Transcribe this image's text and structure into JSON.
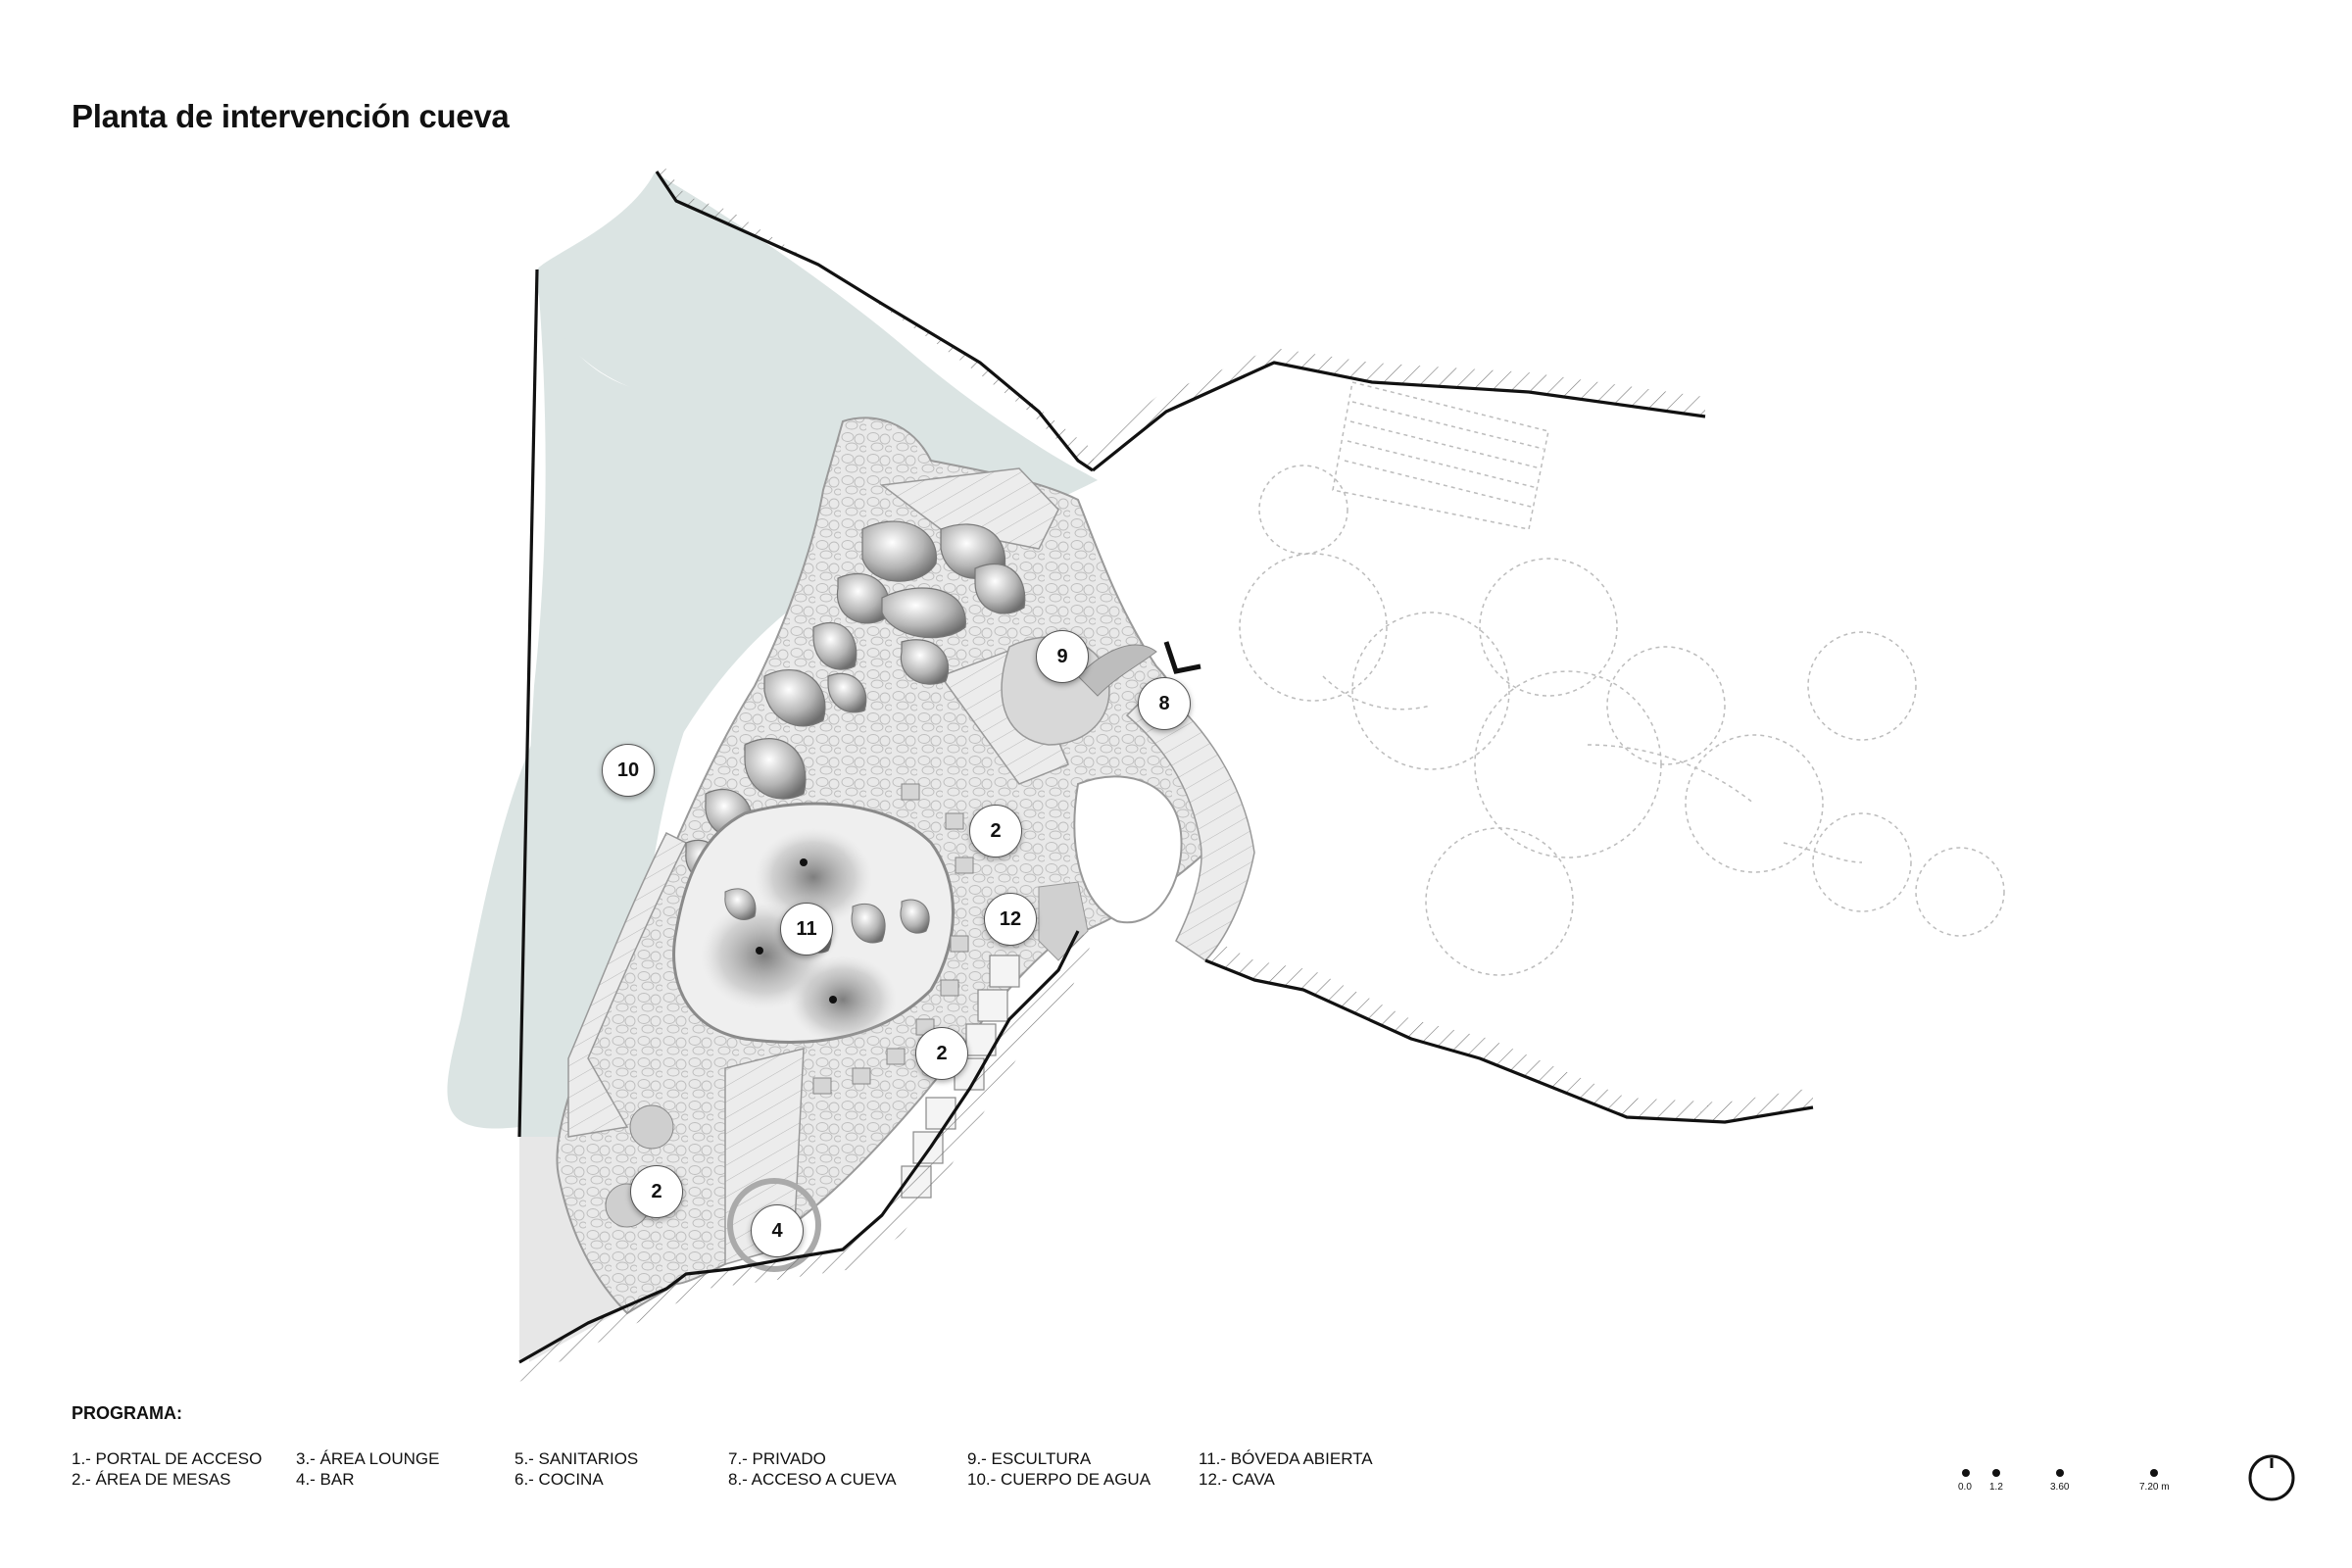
{
  "title": "Planta de intervención cueva",
  "markers": [
    "10",
    "9",
    "8",
    "2",
    "11",
    "12",
    "2",
    "2",
    "4"
  ],
  "programa": {
    "heading": "PROGRAMA:",
    "items": [
      "1.- PORTAL DE ACCESO",
      "2.- ÁREA DE MESAS",
      "3.- ÁREA LOUNGE",
      "4.- BAR",
      "5.- SANITARIOS",
      "6.- COCINA",
      "7.- PRIVADO",
      "8.- ACCESO A CUEVA",
      "9.- ESCULTURA",
      "10.- CUERPO DE AGUA",
      "11.- BÓVEDA ABIERTA",
      "12.- CAVA"
    ]
  },
  "scale": [
    "0.0",
    "1.2",
    "3.60",
    "7.20 m"
  ],
  "colors": {
    "water": "#dbe4e3",
    "floor": "#e8e8e8",
    "line": "#111111"
  },
  "icons": [
    "north-arrow-icon",
    "section-cut-icon"
  ]
}
